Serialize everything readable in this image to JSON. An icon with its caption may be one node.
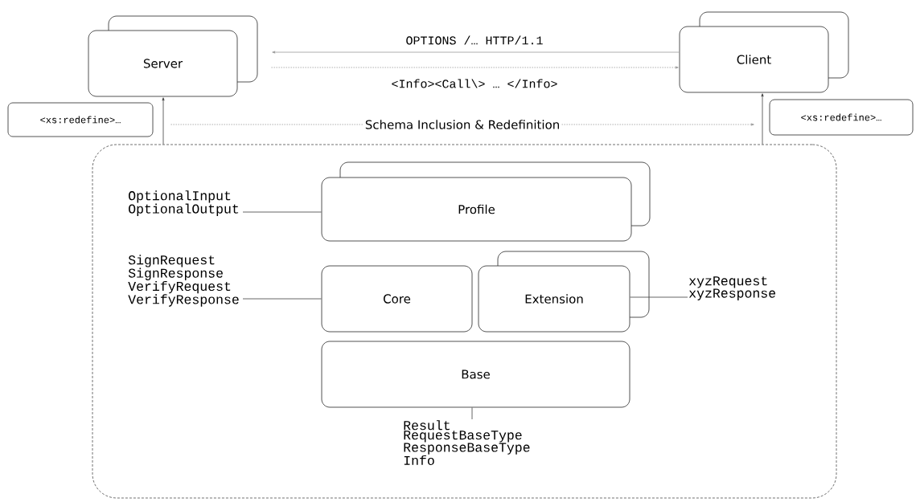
{
  "diagram": {
    "nodes": [
      {
        "text": [
          "Server"
        ]
      },
      {
        "text": [
          "Client"
        ]
      },
      {
        "text": [
          "<xs:redefine>…"
        ]
      },
      {
        "text": [
          "<xs:redefine>…"
        ]
      },
      {
        "text": [],
        "shape": "box"
      },
      {
        "text": [
          "Profile"
        ],
        "in": 4
      },
      {
        "text": [
          "Core"
        ],
        "in": 4
      },
      {
        "text": [
          "Extension"
        ],
        "in": 4
      },
      {
        "text": [
          "Base"
        ],
        "in": 4
      },
      {
        "text": [
          "OptionalInput OptionalOutput"
        ],
        "in": 4
      },
      {
        "text": [
          "SignRequest SignResponse VerifyRequest VerifyResponse"
        ],
        "in": 4
      },
      {
        "text": [
          "xyzRequest xyzResponse"
        ],
        "in": 4
      },
      {
        "text": [
          "Result RequestBaseType ResponseBaseType Info"
        ],
        "in": 4
      }
    ],
    "edges": [
      {
        "from": 1,
        "to": 0,
        "arrow": "to",
        "label": "OPTIONS /… HTTP/1.1",
        "color": "#999999"
      },
      {
        "from": 0,
        "to": 1,
        "arrow": "to",
        "label": "<Info><Call\\> … </Info>",
        "style": "dashed",
        "color": "#999999"
      },
      {
        "from": 2,
        "to": 3,
        "arrow": "to",
        "label": "Schema Inclusion & Redefinition",
        "style": "dashed",
        "color": "#999999"
      },
      {
        "from": 4,
        "to": 0,
        "arrow": "to"
      },
      {
        "from": 4,
        "to": 1,
        "arrow": "to"
      },
      {
        "from": 9,
        "to": 5,
        "arrow": "none"
      },
      {
        "from": 10,
        "to": 6,
        "arrow": "none"
      },
      {
        "from": 11,
        "to": 7,
        "arrow": "none"
      },
      {
        "from": 12,
        "to": 8,
        "arrow": "none"
      }
    ]
  }
}
